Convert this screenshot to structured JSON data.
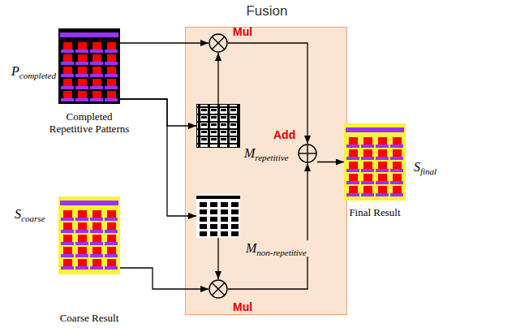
{
  "diagram": {
    "nodes": [
      {
        "text": [
          "Pcompleted",
          "Completed Repetitive Patterns"
        ]
      },
      {
        "text": [
          "Scoarse",
          "Coarse Result"
        ]
      },
      {
        "text": [
          "Fusion"
        ]
      },
      {
        "text": [
          "Mul"
        ],
        "in": 2
      },
      {
        "text": [
          "Mrepetitive"
        ],
        "in": 2
      },
      {
        "text": [
          "Mnon-repetitive"
        ],
        "in": 2
      },
      {
        "text": [
          "Add"
        ],
        "in": 2
      },
      {
        "text": [
          "Mul"
        ],
        "in": 2
      },
      {
        "text": [
          "Sfinal",
          "Final Result"
        ]
      }
    ],
    "edges": [
      {
        "from": 0,
        "to": 3,
        "arrow": "to"
      },
      {
        "from": 0,
        "to": 4,
        "arrow": "to"
      },
      {
        "from": 0,
        "to": 5,
        "arrow": "to"
      },
      {
        "from": 4,
        "to": 3,
        "arrow": "to"
      },
      {
        "from": 5,
        "to": 7,
        "arrow": "to"
      },
      {
        "from": 1,
        "to": 7,
        "arrow": "to"
      },
      {
        "from": 3,
        "to": 6,
        "arrow": "to"
      },
      {
        "from": 7,
        "to": 6,
        "arrow": "to"
      },
      {
        "from": 6,
        "to": 8,
        "arrow": "to"
      }
    ]
  }
}
